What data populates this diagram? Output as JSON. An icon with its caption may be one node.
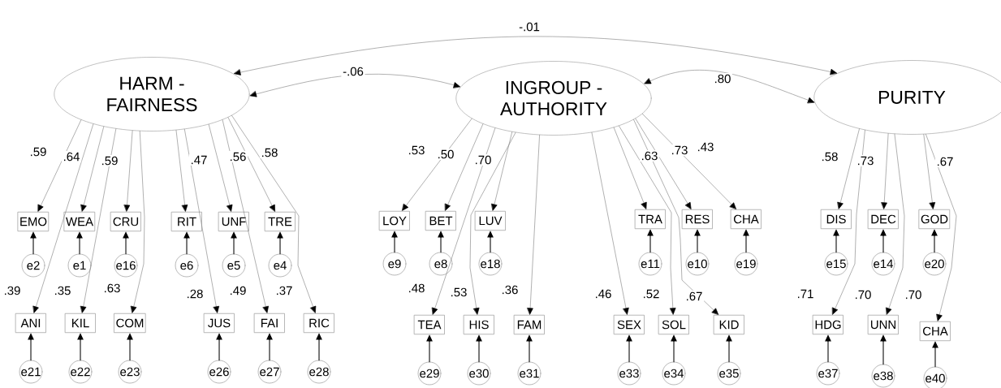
{
  "diagram": {
    "nodes": [
      {
        "text": [
          "HARM - FAIRNESS"
        ]
      },
      {
        "text": [
          "INGROUP - AUTHORITY"
        ]
      },
      {
        "text": [
          "PURITY"
        ]
      },
      {
        "text": [
          "EMO"
        ]
      },
      {
        "text": [
          "WEA"
        ]
      },
      {
        "text": [
          "CRU"
        ]
      },
      {
        "text": [
          "RIT"
        ]
      },
      {
        "text": [
          "UNF"
        ]
      },
      {
        "text": [
          "TRE"
        ]
      },
      {
        "text": [
          "LOY"
        ]
      },
      {
        "text": [
          "BET"
        ]
      },
      {
        "text": [
          "LUV"
        ]
      },
      {
        "text": [
          "TRA"
        ]
      },
      {
        "text": [
          "RES"
        ]
      },
      {
        "text": [
          "CHA"
        ]
      },
      {
        "text": [
          "DIS"
        ]
      },
      {
        "text": [
          "DEC"
        ]
      },
      {
        "text": [
          "GOD"
        ]
      },
      {
        "text": [
          "e2"
        ]
      },
      {
        "text": [
          "e1"
        ]
      },
      {
        "text": [
          "e16"
        ]
      },
      {
        "text": [
          "e6"
        ]
      },
      {
        "text": [
          "e5"
        ]
      },
      {
        "text": [
          "e4"
        ]
      },
      {
        "text": [
          "e9"
        ]
      },
      {
        "text": [
          "e8"
        ]
      },
      {
        "text": [
          "e18"
        ]
      },
      {
        "text": [
          "e11"
        ]
      },
      {
        "text": [
          "e10"
        ]
      },
      {
        "text": [
          "e19"
        ]
      },
      {
        "text": [
          "e15"
        ]
      },
      {
        "text": [
          "e14"
        ]
      },
      {
        "text": [
          "e20"
        ]
      },
      {
        "text": [
          "ANI"
        ]
      },
      {
        "text": [
          "KIL"
        ]
      },
      {
        "text": [
          "COM"
        ]
      },
      {
        "text": [
          "JUS"
        ]
      },
      {
        "text": [
          "FAI"
        ]
      },
      {
        "text": [
          "RIC"
        ]
      },
      {
        "text": [
          "TEA"
        ]
      },
      {
        "text": [
          "HIS"
        ]
      },
      {
        "text": [
          "FAM"
        ]
      },
      {
        "text": [
          "SEX"
        ]
      },
      {
        "text": [
          "SOL"
        ]
      },
      {
        "text": [
          "KID"
        ]
      },
      {
        "text": [
          "HDG"
        ]
      },
      {
        "text": [
          "UNN"
        ]
      },
      {
        "text": [
          "CHA"
        ]
      },
      {
        "text": [
          "e21"
        ]
      },
      {
        "text": [
          "e22"
        ]
      },
      {
        "text": [
          "e23"
        ]
      },
      {
        "text": [
          "e26"
        ]
      },
      {
        "text": [
          "e27"
        ]
      },
      {
        "text": [
          "e28"
        ]
      },
      {
        "text": [
          "e29"
        ]
      },
      {
        "text": [
          "e30"
        ]
      },
      {
        "text": [
          "e31"
        ]
      },
      {
        "text": [
          "e33"
        ]
      },
      {
        "text": [
          "e34"
        ]
      },
      {
        "text": [
          "e35"
        ]
      },
      {
        "text": [
          "e37"
        ]
      },
      {
        "text": [
          "e38"
        ]
      },
      {
        "text": [
          "e40"
        ]
      }
    ],
    "edges": [
      {
        "from": 0,
        "to": 1,
        "arrow": "both",
        "label": "-.06"
      },
      {
        "from": 0,
        "to": 2,
        "arrow": "both",
        "label": "-.01"
      },
      {
        "from": 1,
        "to": 2,
        "arrow": "both",
        "label": ".80"
      },
      {
        "from": 0,
        "to": 3,
        "arrow": "to",
        "label": ".59"
      },
      {
        "from": 0,
        "to": 4,
        "arrow": "to",
        "label": ".64"
      },
      {
        "from": 0,
        "to": 5,
        "arrow": "to",
        "label": ".59"
      },
      {
        "from": 0,
        "to": 6,
        "arrow": "to",
        "label": ".47"
      },
      {
        "from": 0,
        "to": 7,
        "arrow": "to",
        "label": ".56"
      },
      {
        "from": 0,
        "to": 8,
        "arrow": "to",
        "label": ".58"
      },
      {
        "from": 1,
        "to": 9,
        "arrow": "to",
        "label": ".53"
      },
      {
        "from": 1,
        "to": 10,
        "arrow": "to",
        "label": ".50"
      },
      {
        "from": 1,
        "to": 11,
        "arrow": "to",
        "label": ".70"
      },
      {
        "from": 1,
        "to": 12,
        "arrow": "to",
        "label": ".63"
      },
      {
        "from": 1,
        "to": 13,
        "arrow": "to",
        "label": ".73"
      },
      {
        "from": 1,
        "to": 14,
        "arrow": "to",
        "label": ".43"
      },
      {
        "from": 2,
        "to": 15,
        "arrow": "to",
        "label": ".58"
      },
      {
        "from": 2,
        "to": 16,
        "arrow": "to",
        "label": ".73"
      },
      {
        "from": 2,
        "to": 17,
        "arrow": "to",
        "label": ".67"
      },
      {
        "from": 0,
        "to": 33,
        "arrow": "to",
        "label": ".39"
      },
      {
        "from": 0,
        "to": 34,
        "arrow": "to",
        "label": ".35"
      },
      {
        "from": 0,
        "to": 35,
        "arrow": "to",
        "label": ".63"
      },
      {
        "from": 0,
        "to": 36,
        "arrow": "to",
        "label": ".28"
      },
      {
        "from": 0,
        "to": 37,
        "arrow": "to",
        "label": ".49"
      },
      {
        "from": 0,
        "to": 38,
        "arrow": "to",
        "label": ".37"
      },
      {
        "from": 1,
        "to": 39,
        "arrow": "to",
        "label": ".48"
      },
      {
        "from": 1,
        "to": 40,
        "arrow": "to",
        "label": ".53"
      },
      {
        "from": 1,
        "to": 41,
        "arrow": "to",
        "label": ".36"
      },
      {
        "from": 1,
        "to": 42,
        "arrow": "to",
        "label": ".46"
      },
      {
        "from": 1,
        "to": 43,
        "arrow": "to",
        "label": ".52"
      },
      {
        "from": 1,
        "to": 44,
        "arrow": "to",
        "label": ".67"
      },
      {
        "from": 2,
        "to": 45,
        "arrow": "to",
        "label": ".71"
      },
      {
        "from": 2,
        "to": 46,
        "arrow": "to",
        "label": ".70"
      },
      {
        "from": 2,
        "to": 47,
        "arrow": "to",
        "label": ".70"
      },
      {
        "from": 18,
        "to": 3,
        "arrow": "to",
        "color": "#000000"
      },
      {
        "from": 19,
        "to": 4,
        "arrow": "to",
        "color": "#000000"
      },
      {
        "from": 20,
        "to": 5,
        "arrow": "to",
        "color": "#000000"
      },
      {
        "from": 21,
        "to": 6,
        "arrow": "to",
        "color": "#000000"
      },
      {
        "from": 22,
        "to": 7,
        "arrow": "to",
        "color": "#000000"
      },
      {
        "from": 23,
        "to": 8,
        "arrow": "to",
        "color": "#000000"
      },
      {
        "from": 24,
        "to": 9,
        "arrow": "to",
        "color": "#000000"
      },
      {
        "from": 25,
        "to": 10,
        "arrow": "to",
        "color": "#000000"
      },
      {
        "from": 26,
        "to": 11,
        "arrow": "to",
        "color": "#000000"
      },
      {
        "from": 27,
        "to": 12,
        "arrow": "to",
        "color": "#000000"
      },
      {
        "from": 28,
        "to": 13,
        "arrow": "to",
        "color": "#000000"
      },
      {
        "from": 29,
        "to": 14,
        "arrow": "to",
        "color": "#000000"
      },
      {
        "from": 30,
        "to": 15,
        "arrow": "to",
        "color": "#000000"
      },
      {
        "from": 31,
        "to": 16,
        "arrow": "to",
        "color": "#000000"
      },
      {
        "from": 32,
        "to": 17,
        "arrow": "to",
        "color": "#000000"
      },
      {
        "from": 48,
        "to": 33,
        "arrow": "to",
        "color": "#000000"
      },
      {
        "from": 49,
        "to": 34,
        "arrow": "to",
        "color": "#000000"
      },
      {
        "from": 50,
        "to": 35,
        "arrow": "to",
        "color": "#000000"
      },
      {
        "from": 51,
        "to": 36,
        "arrow": "to",
        "color": "#000000"
      },
      {
        "from": 52,
        "to": 37,
        "arrow": "to",
        "color": "#000000"
      },
      {
        "from": 53,
        "to": 38,
        "arrow": "to",
        "color": "#000000"
      },
      {
        "from": 54,
        "to": 39,
        "arrow": "to",
        "color": "#000000"
      },
      {
        "from": 55,
        "to": 40,
        "arrow": "to",
        "color": "#000000"
      },
      {
        "from": 56,
        "to": 41,
        "arrow": "to",
        "color": "#000000"
      },
      {
        "from": 57,
        "to": 42,
        "arrow": "to",
        "color": "#000000"
      },
      {
        "from": 58,
        "to": 43,
        "arrow": "to",
        "color": "#000000"
      },
      {
        "from": 59,
        "to": 44,
        "arrow": "to",
        "color": "#000000"
      },
      {
        "from": 60,
        "to": 45,
        "arrow": "to",
        "color": "#000000"
      },
      {
        "from": 61,
        "to": 46,
        "arrow": "to",
        "color": "#000000"
      },
      {
        "from": 62,
        "to": 47,
        "arrow": "to",
        "color": "#000000"
      }
    ]
  }
}
